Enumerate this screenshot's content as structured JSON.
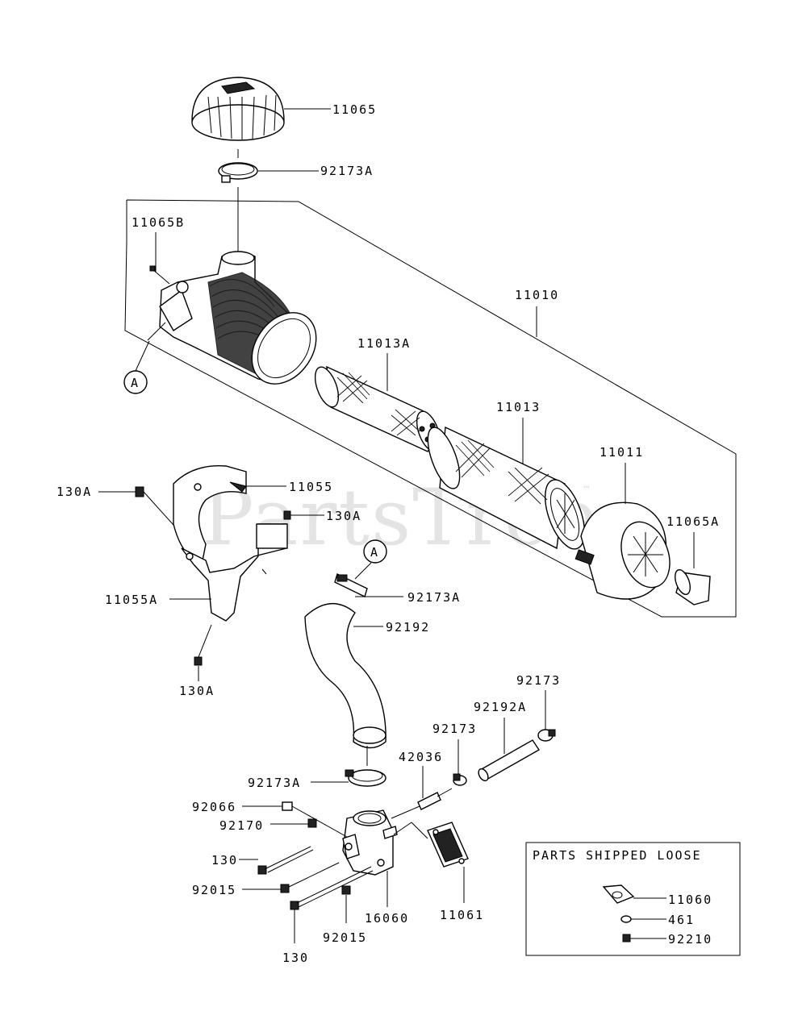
{
  "watermark": {
    "brand": "PartsTree",
    "trademark": "™"
  },
  "callouts": {
    "a1": "A",
    "a2": "A"
  },
  "labels": {
    "p11065": "11065",
    "p92173A_top": "92173A",
    "p11065B": "11065B",
    "p11010": "11010",
    "p11013A": "11013A",
    "p11013": "11013",
    "p11011": "11011",
    "p11065A": "11065A",
    "p130A_1": "130A",
    "p11055": "11055",
    "p130A_2": "130A",
    "p11055A": "11055A",
    "p130A_3": "130A",
    "p92173A_mid": "92173A",
    "p92192": "92192",
    "p92173_a": "92173",
    "p92192A": "92192A",
    "p92173_b": "92173",
    "p42036": "42036",
    "p92173A_low": "92173A",
    "p92066": "92066",
    "p92170": "92170",
    "p130_1": "130",
    "p92015_1": "92015",
    "p16060": "16060",
    "p11061": "11061",
    "p130_2": "130",
    "p92015_2": "92015"
  },
  "loose_box": {
    "title": "PARTS SHIPPED LOOSE",
    "p11060": "11060",
    "p461": "461",
    "p92210": "92210"
  }
}
